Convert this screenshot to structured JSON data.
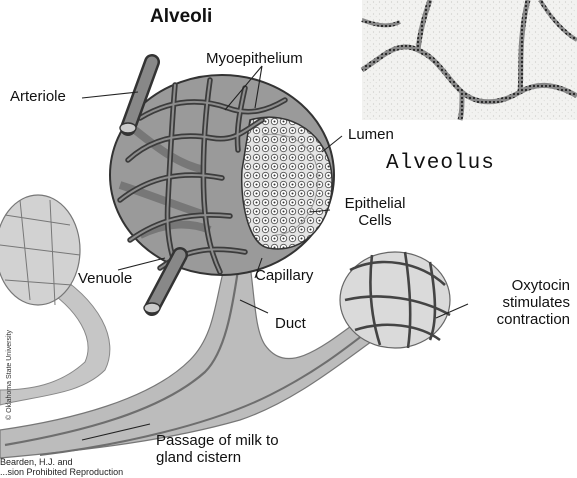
{
  "diagram": {
    "title": "Alveoli",
    "subtitle": "Alveolus",
    "labels": {
      "myoepithelium": "Myoepithelium",
      "arteriole": "Arteriole",
      "lumen": "Lumen",
      "epithelial_line1": "Epithelial",
      "epithelial_line2": "Cells",
      "venuole": "Venuole",
      "capillary": "Capillary",
      "duct": "Duct",
      "oxytocin_line1": "Oxytocin",
      "oxytocin_line2": "stimulates",
      "oxytocin_line3": "contraction",
      "passage_line1": "Passage of milk to",
      "passage_line2": "gland cistern"
    },
    "credit_line1": "Bearden, H.J. and",
    "credit_line2": "...sion Prohibited Reproduction",
    "vertical_credit": "© Oklahoma State University"
  },
  "colors": {
    "ink": "#111111",
    "duct_fill": "#bcbcbc",
    "tissue": "#8c8c8c",
    "vessel": "#555555",
    "micrograph_bg": "#f2f2f0"
  }
}
